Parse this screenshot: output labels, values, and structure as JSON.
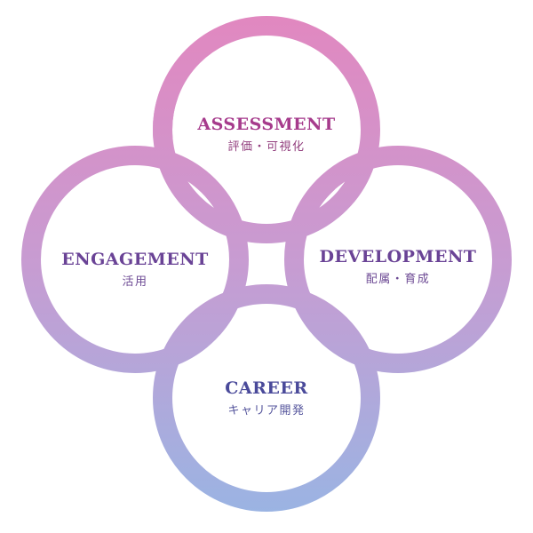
{
  "diagram": {
    "nodes": [
      {
        "id": "assessment",
        "title": "ASSESSMENT",
        "subtitle": "評価・可視化"
      },
      {
        "id": "engagement",
        "title": "ENGAGEMENT",
        "subtitle": "活用"
      },
      {
        "id": "development",
        "title": "DEVELOPMENT",
        "subtitle": "配属・育成"
      },
      {
        "id": "career",
        "title": "CAREER",
        "subtitle": "キャリア開発"
      }
    ],
    "colors": {
      "gradient_top": "#e188c0",
      "gradient_mid": "#c79cd2",
      "gradient_bottom": "#9ab4e3",
      "assessment_text": "#a63b8c",
      "engagement_text": "#6a4396",
      "development_text": "#6a4396",
      "career_text": "#4a4a9a"
    }
  }
}
